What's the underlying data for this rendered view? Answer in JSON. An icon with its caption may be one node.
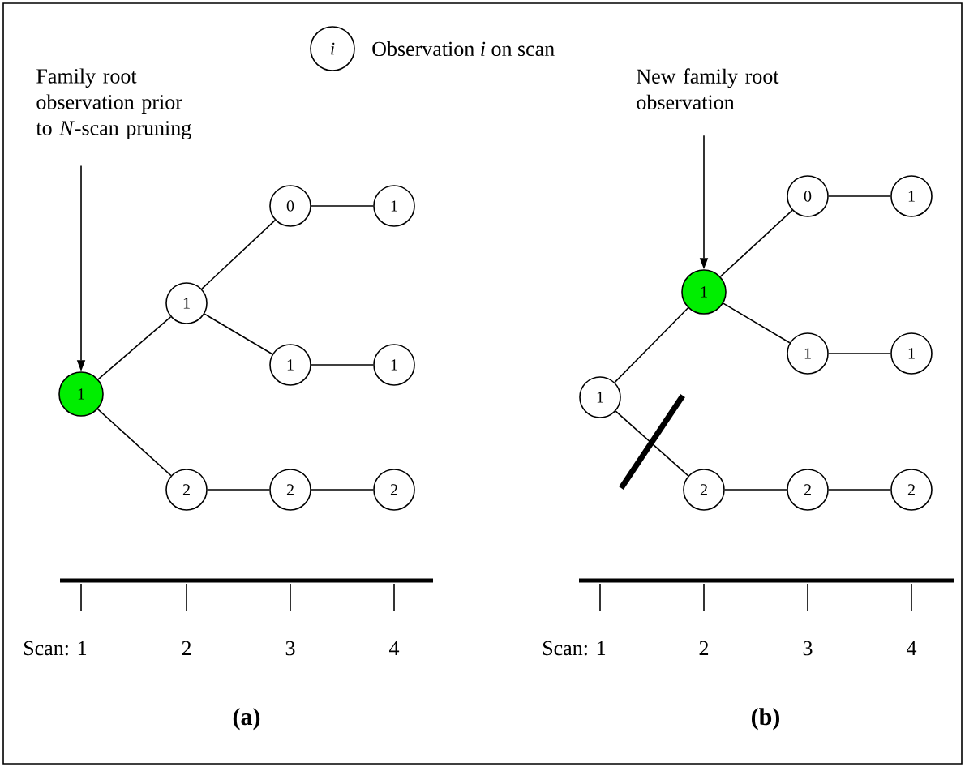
{
  "diagram": {
    "nodes": [
      {
        "text": [
          "i"
        ],
        "beside": [
          "Observation *i* on scan"
        ]
      },
      {
        "text": [
          "Family root observation prior to *N*-scan pruning"
        ]
      },
      {
        "text": [
          "1"
        ]
      },
      {
        "text": [
          "1"
        ]
      },
      {
        "text": [
          "0"
        ]
      },
      {
        "text": [
          "1"
        ]
      },
      {
        "text": [
          "1"
        ]
      },
      {
        "text": [
          "1"
        ]
      },
      {
        "text": [
          "2"
        ]
      },
      {
        "text": [
          "2"
        ]
      },
      {
        "text": [
          "2"
        ]
      },
      {
        "text": [
          "New family root observation"
        ]
      },
      {
        "text": [
          "1"
        ]
      },
      {
        "text": [
          "1"
        ]
      },
      {
        "text": [
          "0"
        ]
      },
      {
        "text": [
          "1"
        ]
      },
      {
        "text": [
          "1"
        ]
      },
      {
        "text": [
          "1"
        ]
      },
      {
        "text": [
          "2"
        ]
      },
      {
        "text": [
          "2"
        ]
      },
      {
        "text": [
          "2"
        ]
      }
    ],
    "edges": [
      {
        "from": 1,
        "to": 2,
        "arrow": "to"
      },
      {
        "from": 2,
        "to": 3,
        "arrow": "none"
      },
      {
        "from": 3,
        "to": 4,
        "arrow": "none"
      },
      {
        "from": 4,
        "to": 5,
        "arrow": "none"
      },
      {
        "from": 3,
        "to": 6,
        "arrow": "none"
      },
      {
        "from": 6,
        "to": 7,
        "arrow": "none"
      },
      {
        "from": 2,
        "to": 8,
        "arrow": "none"
      },
      {
        "from": 8,
        "to": 9,
        "arrow": "none"
      },
      {
        "from": 9,
        "to": 10,
        "arrow": "none"
      },
      {
        "from": 11,
        "to": 13,
        "arrow": "to"
      },
      {
        "from": 12,
        "to": 13,
        "arrow": "none"
      },
      {
        "from": 13,
        "to": 14,
        "arrow": "none"
      },
      {
        "from": 14,
        "to": 15,
        "arrow": "none"
      },
      {
        "from": 13,
        "to": 16,
        "arrow": "none"
      },
      {
        "from": 16,
        "to": 17,
        "arrow": "none"
      },
      {
        "from": 12,
        "to": 18,
        "arrow": "none"
      },
      {
        "from": 18,
        "to": 19,
        "arrow": "none"
      },
      {
        "from": 19,
        "to": 20,
        "arrow": "none"
      }
    ],
    "labels": [
      "Scan: 1",
      "2",
      "3",
      "4",
      "Scan: 1",
      "2",
      "3",
      "4",
      "(a)",
      "(b)"
    ]
  }
}
